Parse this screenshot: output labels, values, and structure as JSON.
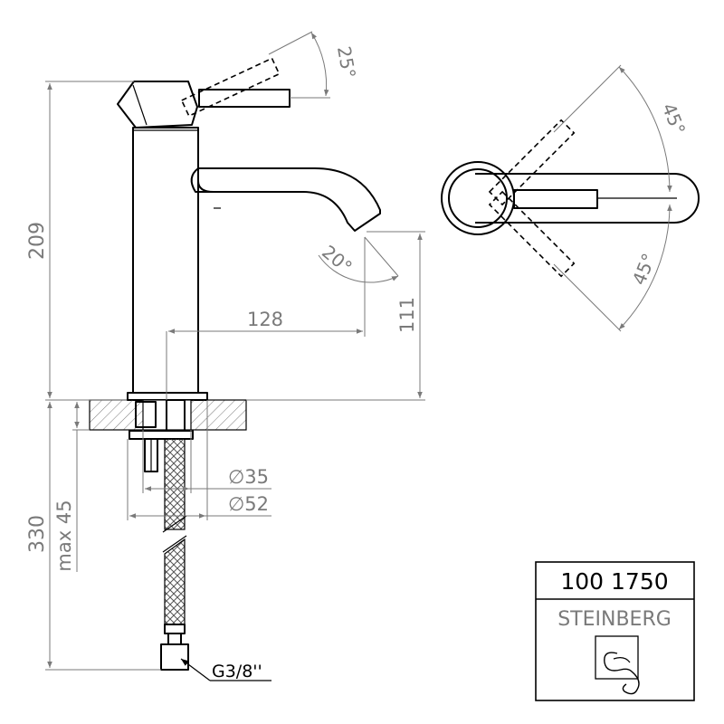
{
  "dimensions": {
    "height_total": "209",
    "spout_angle": "20°",
    "lever_angle_side": "25°",
    "spout_reach": "128",
    "spout_height": "111",
    "hole_diameter": "∅35",
    "base_diameter": "∅52",
    "hose_length": "330",
    "max_thickness": "max 45",
    "thread": "G3/8''",
    "rotation_top": "45°",
    "rotation_bottom": "45°"
  },
  "title_block": {
    "product_code": "100 1750",
    "brand": "STEINBERG"
  }
}
